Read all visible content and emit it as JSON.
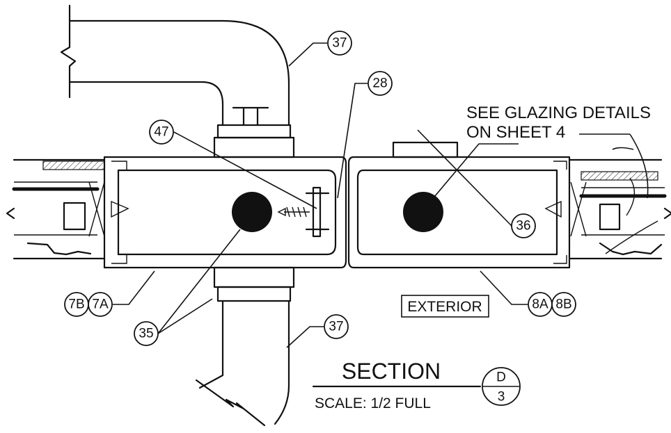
{
  "callouts": {
    "c37_top": "37",
    "c28": "28",
    "c47": "47",
    "c36": "36",
    "c7b": "7B",
    "c7a": "7A",
    "c8a": "8A",
    "c8b": "8B",
    "c35": "35",
    "c37_bottom": "37"
  },
  "notes": {
    "glazing_line1": "SEE GLAZING DETAILS",
    "glazing_line2": "ON SHEET 4",
    "exterior": "EXTERIOR"
  },
  "title_block": {
    "title": "SECTION",
    "scale": "SCALE: 1/2 FULL",
    "detail": "D",
    "sheet": "3"
  }
}
